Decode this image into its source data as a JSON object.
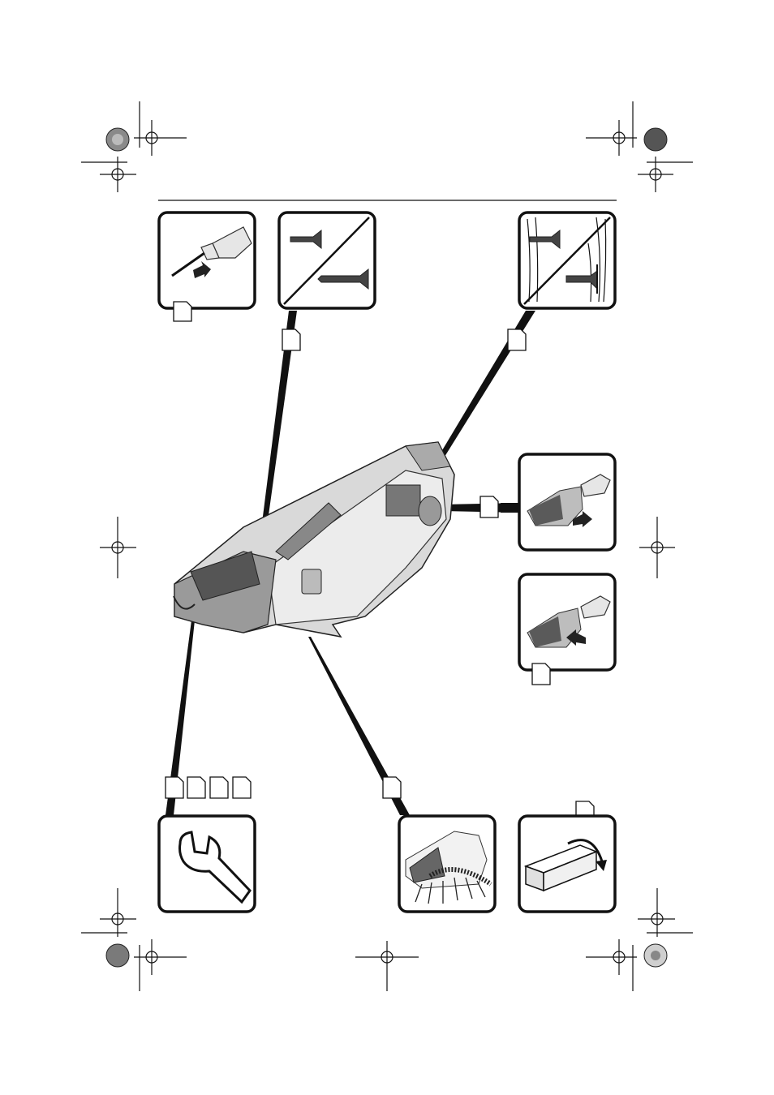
{
  "page": {
    "background": "#ffffff",
    "ink": "#111111"
  },
  "panels": [
    {
      "id": "insert-bit",
      "icon": "drill-bit-insert-icon"
    },
    {
      "id": "screw-types",
      "icon": "screw-types-icon"
    },
    {
      "id": "screw-into-wood",
      "icon": "screw-in-wood-icon"
    },
    {
      "id": "attach-attachment",
      "icon": "attach-attachment-icon"
    },
    {
      "id": "remove-attachment",
      "icon": "remove-attachment-icon"
    },
    {
      "id": "wrench",
      "icon": "wrench-icon"
    },
    {
      "id": "screw-strip",
      "icon": "screw-strip-icon"
    },
    {
      "id": "packaging",
      "icon": "packaging-box-icon"
    }
  ],
  "main_illustration": {
    "icon": "magazine-screwdriver-attachment-icon"
  }
}
